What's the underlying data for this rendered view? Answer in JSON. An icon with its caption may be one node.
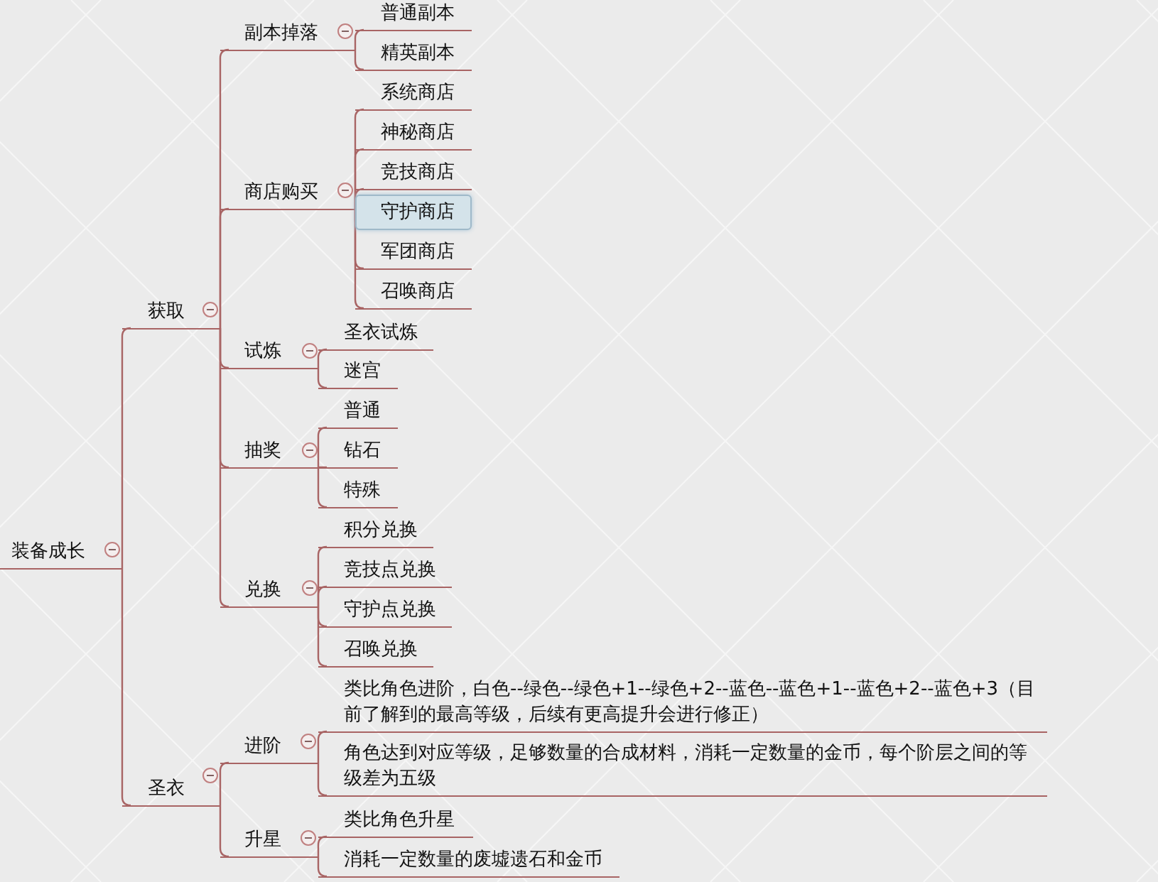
{
  "diagram": {
    "nodes": [
      {
        "text": [
          "装备成长"
        ]
      },
      {
        "text": [
          "获取"
        ]
      },
      {
        "text": [
          "副本掉落"
        ]
      },
      {
        "text": [
          "普通副本"
        ]
      },
      {
        "text": [
          "精英副本"
        ]
      },
      {
        "text": [
          "商店购买"
        ]
      },
      {
        "text": [
          "系统商店"
        ]
      },
      {
        "text": [
          "神秘商店"
        ]
      },
      {
        "text": [
          "竞技商店"
        ]
      },
      {
        "text": [
          "守护商店"
        ]
      },
      {
        "text": [
          "军团商店"
        ]
      },
      {
        "text": [
          "召唤商店"
        ]
      },
      {
        "text": [
          "试炼"
        ]
      },
      {
        "text": [
          "圣衣试炼"
        ]
      },
      {
        "text": [
          "迷宫"
        ]
      },
      {
        "text": [
          "抽奖"
        ]
      },
      {
        "text": [
          "普通"
        ]
      },
      {
        "text": [
          "钻石"
        ]
      },
      {
        "text": [
          "特殊"
        ]
      },
      {
        "text": [
          "兑换"
        ]
      },
      {
        "text": [
          "积分兑换"
        ]
      },
      {
        "text": [
          "竞技点兑换"
        ]
      },
      {
        "text": [
          "守护点兑换"
        ]
      },
      {
        "text": [
          "召唤兑换"
        ]
      },
      {
        "text": [
          "圣衣"
        ]
      },
      {
        "text": [
          "进阶"
        ]
      },
      {
        "text": [
          "类比角色进阶，白色--绿色--绿色+1--绿色+2--蓝色--蓝色+1--蓝色+2--蓝色+3（目前了解到的最高等级，后续有更高提升会进行修正）"
        ]
      },
      {
        "text": [
          "角色达到对应等级，足够数量的合成材料，消耗一定数量的金币，每个阶层之间的等级差为五级"
        ]
      },
      {
        "text": [
          "升星"
        ]
      },
      {
        "text": [
          "类比角色升星"
        ]
      },
      {
        "text": [
          "消耗一定数量的废墟遗石和金币"
        ]
      }
    ],
    "edges": [
      {
        "from": 0,
        "to": 1,
        "arrow": "none"
      },
      {
        "from": 1,
        "to": 2,
        "arrow": "none"
      },
      {
        "from": 2,
        "to": 3,
        "arrow": "none"
      },
      {
        "from": 2,
        "to": 4,
        "arrow": "none"
      },
      {
        "from": 1,
        "to": 5,
        "arrow": "none"
      },
      {
        "from": 5,
        "to": 6,
        "arrow": "none"
      },
      {
        "from": 5,
        "to": 7,
        "arrow": "none"
      },
      {
        "from": 5,
        "to": 8,
        "arrow": "none"
      },
      {
        "from": 5,
        "to": 9,
        "arrow": "none"
      },
      {
        "from": 5,
        "to": 10,
        "arrow": "none"
      },
      {
        "from": 5,
        "to": 11,
        "arrow": "none"
      },
      {
        "from": 1,
        "to": 12,
        "arrow": "none"
      },
      {
        "from": 12,
        "to": 13,
        "arrow": "none"
      },
      {
        "from": 12,
        "to": 14,
        "arrow": "none"
      },
      {
        "from": 1,
        "to": 15,
        "arrow": "none"
      },
      {
        "from": 15,
        "to": 16,
        "arrow": "none"
      },
      {
        "from": 15,
        "to": 17,
        "arrow": "none"
      },
      {
        "from": 15,
        "to": 18,
        "arrow": "none"
      },
      {
        "from": 1,
        "to": 19,
        "arrow": "none"
      },
      {
        "from": 19,
        "to": 20,
        "arrow": "none"
      },
      {
        "from": 19,
        "to": 21,
        "arrow": "none"
      },
      {
        "from": 19,
        "to": 22,
        "arrow": "none"
      },
      {
        "from": 19,
        "to": 23,
        "arrow": "none"
      },
      {
        "from": 0,
        "to": 24,
        "arrow": "none"
      },
      {
        "from": 24,
        "to": 25,
        "arrow": "none"
      },
      {
        "from": 25,
        "to": 26,
        "arrow": "none"
      },
      {
        "from": 25,
        "to": 27,
        "arrow": "none"
      },
      {
        "from": 24,
        "to": 28,
        "arrow": "none"
      },
      {
        "from": 28,
        "to": 29,
        "arrow": "none"
      },
      {
        "from": 28,
        "to": 30,
        "arrow": "none"
      }
    ]
  }
}
